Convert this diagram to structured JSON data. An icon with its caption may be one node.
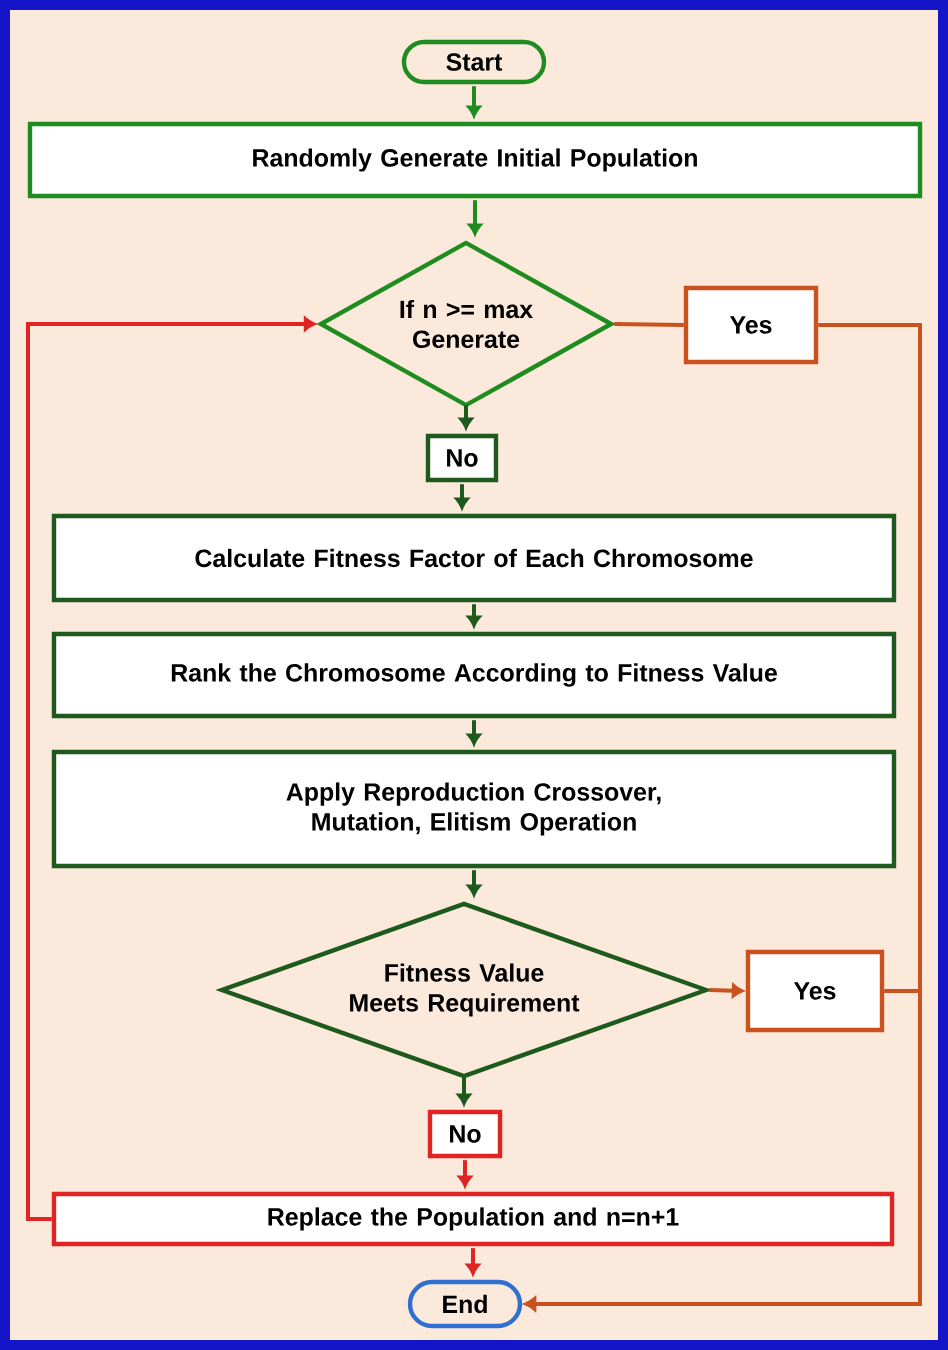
{
  "diagram": {
    "nodes": [
      {
        "text": [
          "Start"
        ]
      },
      {
        "text": [
          "Randomly Generate Initial Population"
        ]
      },
      {
        "text": [
          "If n >= max Generate"
        ]
      },
      {
        "text": [
          "Yes"
        ]
      },
      {
        "text": [
          "No"
        ]
      },
      {
        "text": [
          "Calculate Fitness Factor of Each Chromosome"
        ]
      },
      {
        "text": [
          "Rank the Chromosome According to Fitness Value"
        ]
      },
      {
        "text": [
          "Apply Reproduction Crossover, Mutation, Elitism Operation"
        ]
      },
      {
        "text": [
          "Fitness Value Meets Requirement"
        ]
      },
      {
        "text": [
          "Yes"
        ]
      },
      {
        "text": [
          "No"
        ]
      },
      {
        "text": [
          "Replace the Population and n=n+1"
        ]
      },
      {
        "text": [
          "End"
        ]
      }
    ],
    "edges": [
      {
        "from": 0,
        "to": 1,
        "arrow": "to",
        "color": "#1f8c1f"
      },
      {
        "from": 1,
        "to": 2,
        "arrow": "to",
        "color": "#1f8c1f"
      },
      {
        "from": 2,
        "to": 3,
        "arrow": "none",
        "color": "#c9521e"
      },
      {
        "from": 3,
        "to": 12,
        "arrow": "to",
        "color": "#c9521e"
      },
      {
        "from": 2,
        "to": 4,
        "arrow": "to"
      },
      {
        "from": 4,
        "to": 5,
        "arrow": "to"
      },
      {
        "from": 5,
        "to": 6,
        "arrow": "to"
      },
      {
        "from": 6,
        "to": 7,
        "arrow": "to"
      },
      {
        "from": 7,
        "to": 8,
        "arrow": "to"
      },
      {
        "from": 8,
        "to": 9,
        "arrow": "to",
        "color": "#c9521e"
      },
      {
        "from": 9,
        "to": 12,
        "arrow": "to",
        "color": "#c9521e"
      },
      {
        "from": 8,
        "to": 10,
        "arrow": "to"
      },
      {
        "from": 10,
        "to": 11,
        "arrow": "to",
        "color": "#e02424"
      },
      {
        "from": 11,
        "to": 12,
        "arrow": "to",
        "color": "#e02424"
      },
      {
        "from": 11,
        "to": 2,
        "arrow": "to",
        "color": "#e02424"
      }
    ]
  }
}
